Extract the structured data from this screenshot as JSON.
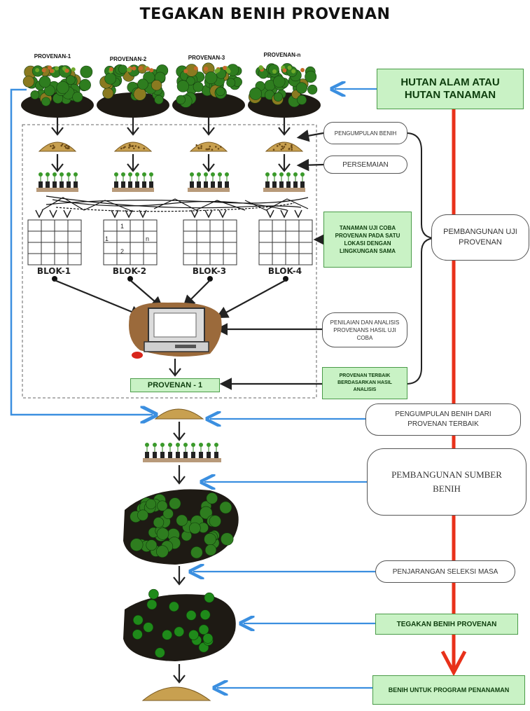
{
  "title": "TEGAKAN BENIH PROVENAN",
  "provenances": [
    "PROVENAN-1",
    "PROVENAN-2",
    "PROVENAN-3",
    "PROVENAN-n"
  ],
  "blocks": [
    "BLOK-1",
    "BLOK-2",
    "BLOK-3",
    "BLOK-4"
  ],
  "block2_cells": [
    "1",
    "1",
    "n",
    "2"
  ],
  "source_box": "HUTAN ALAM ATAU HUTAN TANAMAN",
  "steps": {
    "seed_collection": "PENGUMPULAN BENIH",
    "nursery": "PERSEMAIAN",
    "trial_planting": "TANAMAN UJI COBA PROVENAN PADA SATU LOKASI DENGAN LINGKUNGAN SAMA",
    "trial_building": "PEMBANGUNAN UJI PROVENAN",
    "assessment": "PENILAIAN DAN ANALISIS PROVENANS HASIL UJI COBA",
    "best_provenance": "PROVENAN TERBAIK BERDASARKAN HASIL ANALISIS",
    "selected": "PROVENAN - 1",
    "best_seed_collection": "PENGUMPULAN BENIH DARI PROVENAN TERBAIK",
    "seed_source_building": "PEMBANGUNAN SUMBER BENIH",
    "thinning": "PENJARANGAN SELEKSI MASA",
    "seed_stand": "TEGAKAN BENIH PROVENAN",
    "seed_for_planting": "BENIH UNTUK PROGRAM PENANAMAN"
  },
  "colors": {
    "green_fill": "#c9f2c5",
    "red_line": "#e8311a",
    "blue_line": "#3b8fe0",
    "canopy": "#2e7d1f",
    "soil": "#1e1a14",
    "seed": "#c8a050"
  }
}
